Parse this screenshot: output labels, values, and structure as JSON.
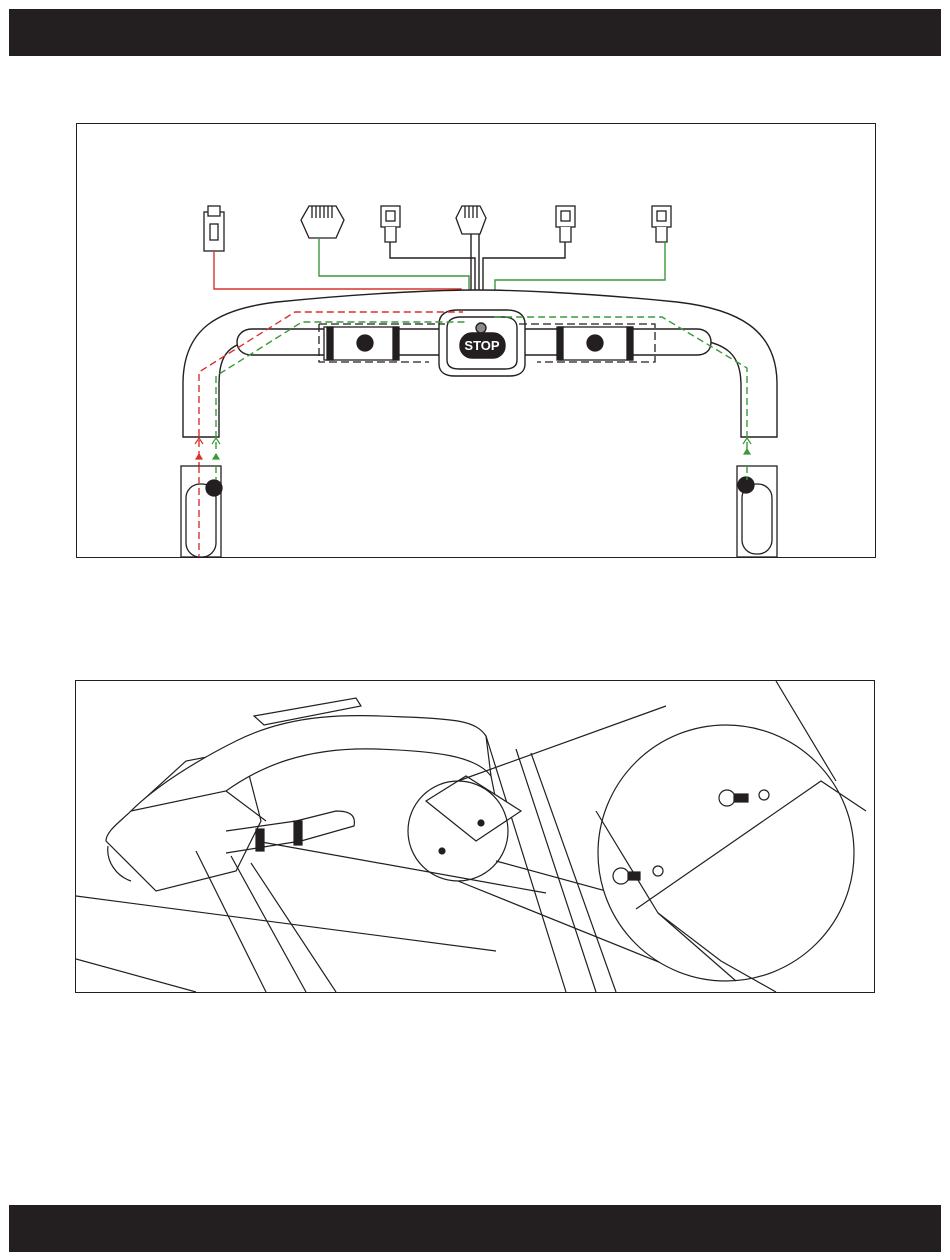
{
  "page": {
    "header_bar": "",
    "footer_bar": ""
  },
  "wiring_diagram": {
    "stop_button_label": "STOP",
    "colors": {
      "outline": "#231f20",
      "red_wire": "#d9322e",
      "green_wire": "#3a9a3a",
      "black_wire": "#231f20"
    },
    "connectors": [
      "red-connector",
      "green-connector",
      "black-connector",
      "center-connector",
      "right-connector",
      "far-right-connector"
    ]
  },
  "assembly_diagram": {
    "colors": {
      "outline": "#231f20"
    },
    "detail_callout": "zoomed-bolt-detail"
  }
}
